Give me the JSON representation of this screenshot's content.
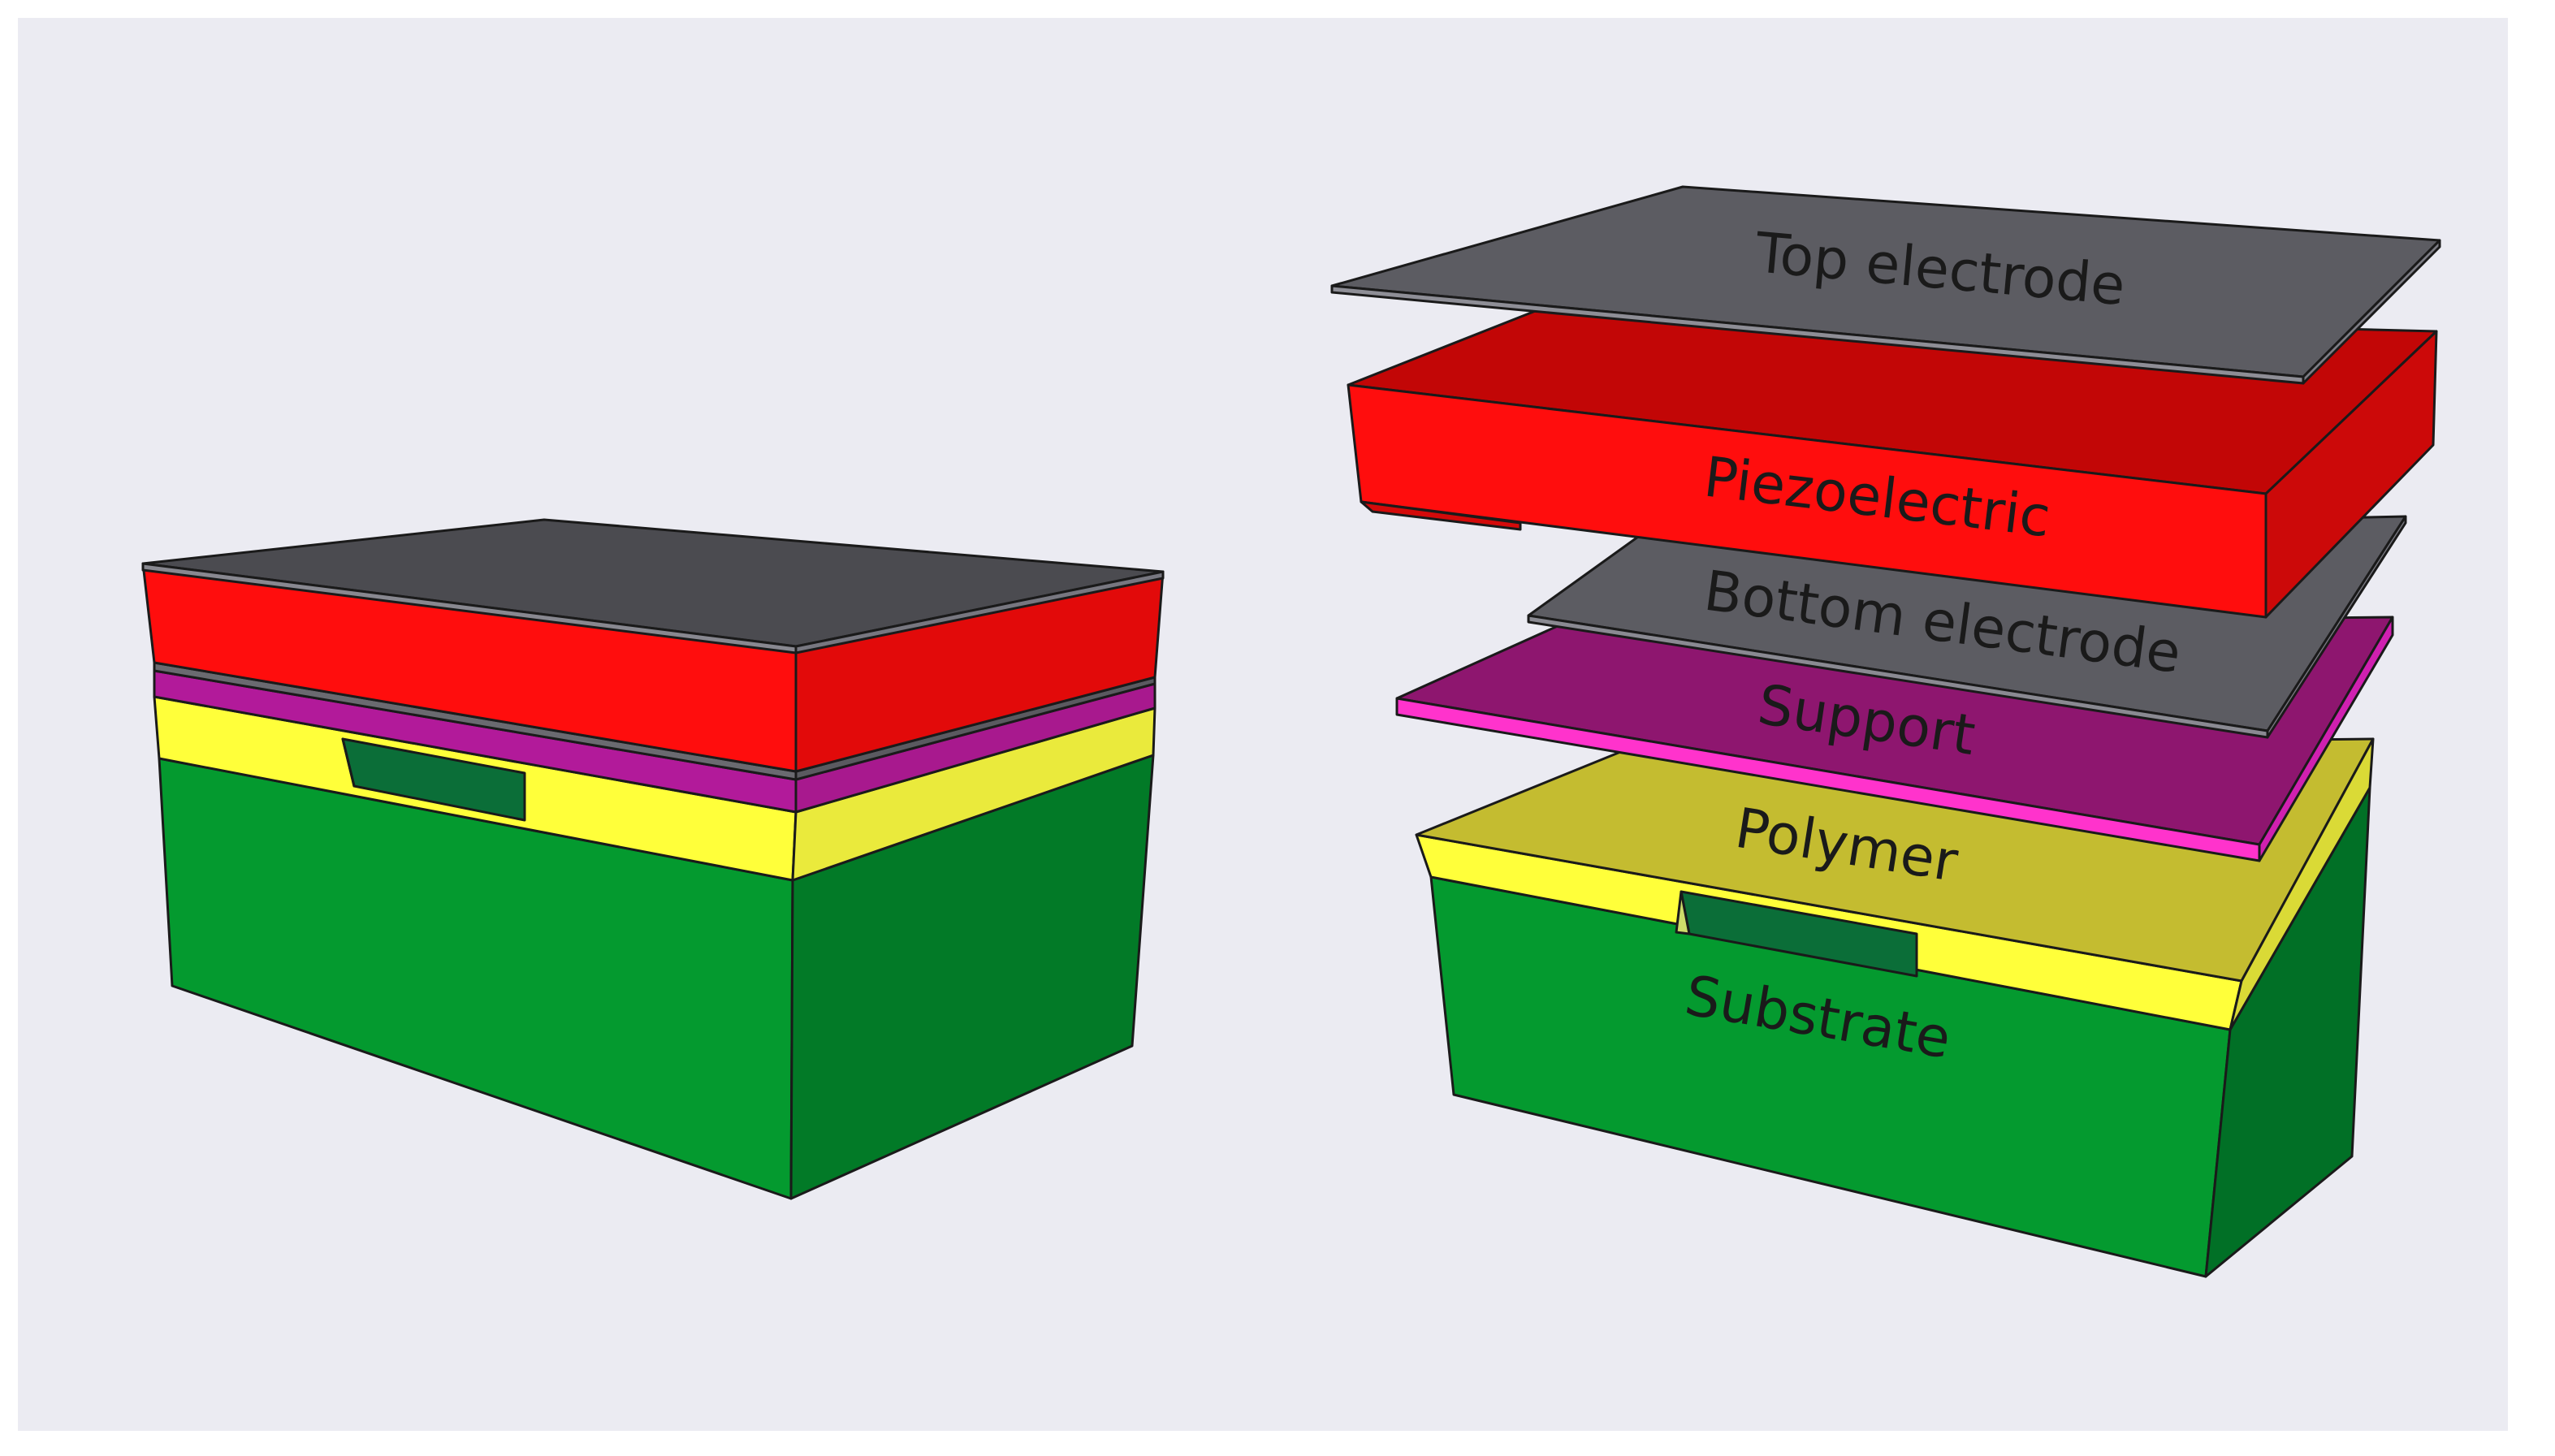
{
  "colors": {
    "background": "#ebebf2",
    "electrode": "#5a5a60",
    "piezoelectric": "#ff0e0e",
    "support": "#a0188a",
    "polymer": "#f2ee2e",
    "substrate": "#04972e",
    "outline": "#1a1a1a"
  },
  "exploded_labels": {
    "top_electrode": "Top electrode",
    "piezoelectric": "Piezoelectric",
    "bottom_electrode": "Bottom electrode",
    "support": "Support",
    "polymer": "Polymer",
    "substrate": "Substrate"
  }
}
